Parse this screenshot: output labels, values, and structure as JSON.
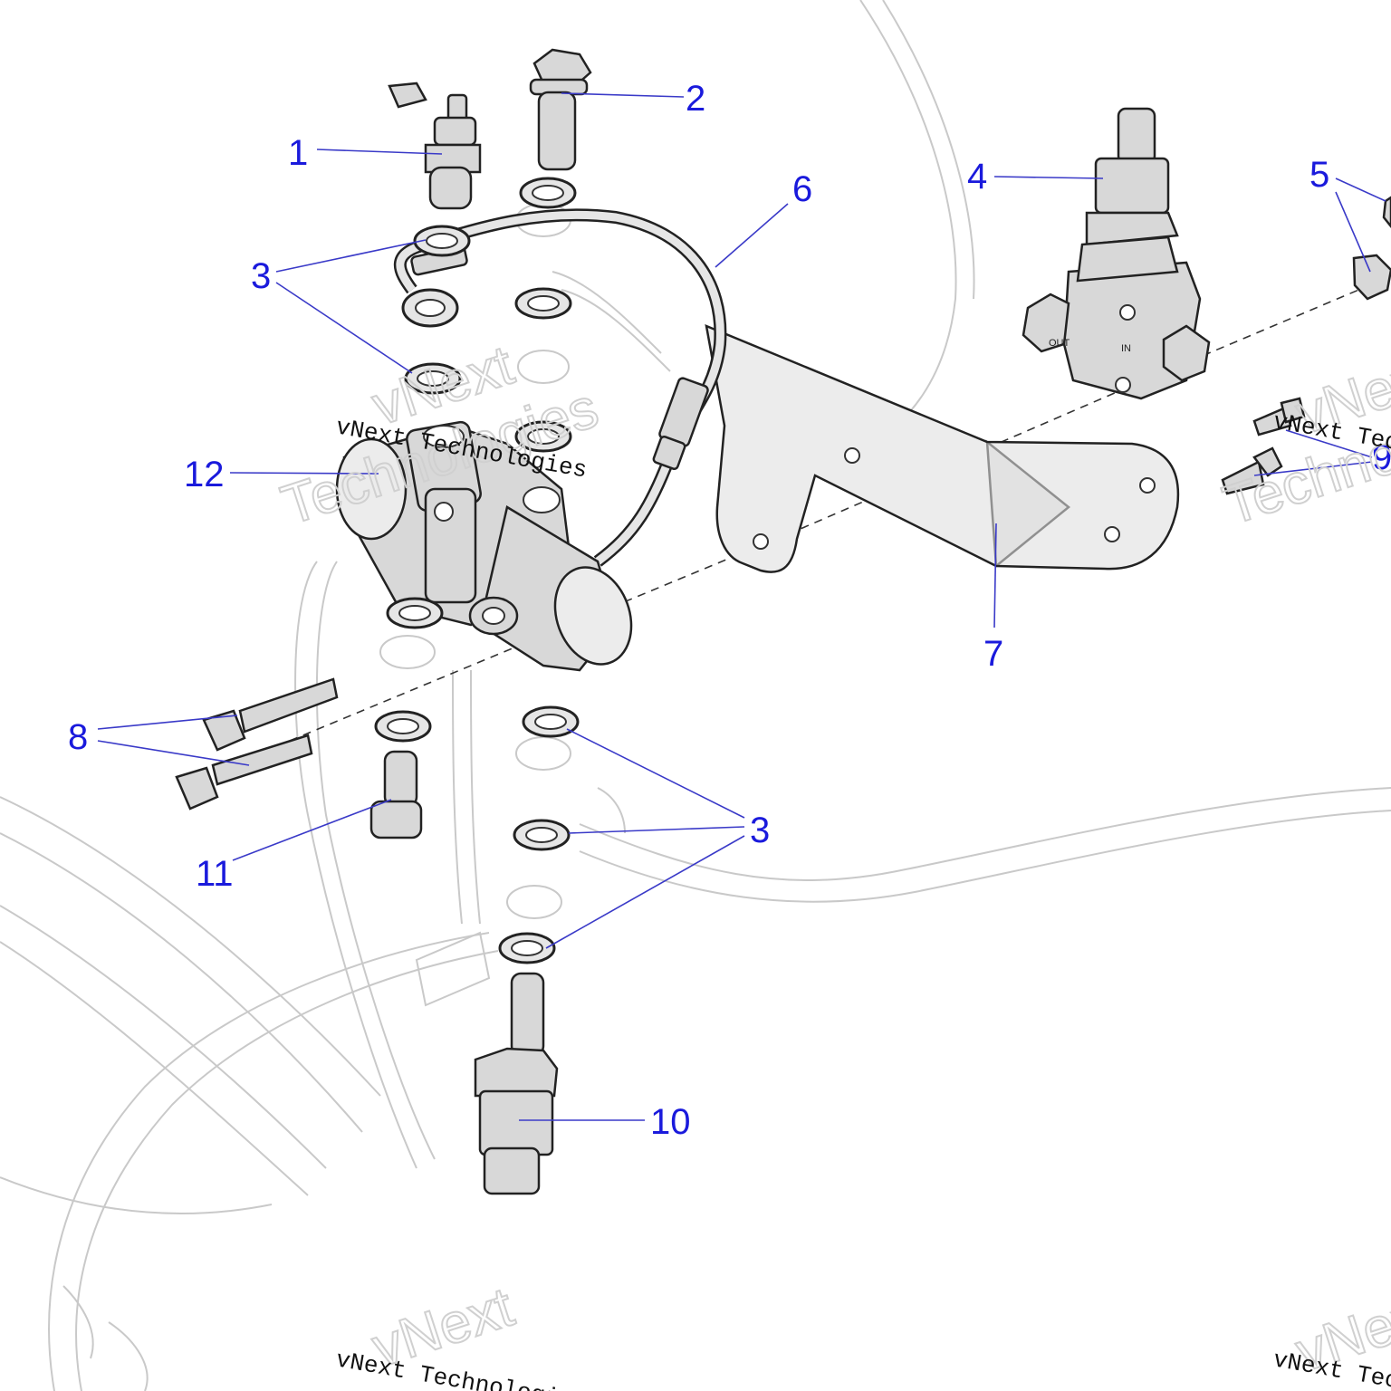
{
  "callouts": {
    "c1": "1",
    "c2": "2",
    "c3a": "3",
    "c3b": "3",
    "c4": "4",
    "c5": "5",
    "c6": "6",
    "c7": "7",
    "c8": "8",
    "c9": "9",
    "c10": "10",
    "c11": "11",
    "c12": "12"
  },
  "valve_labels": {
    "out": "OUT",
    "in": "IN"
  },
  "watermark": {
    "small_text": "vNext Technologies",
    "large_line1": "vNext",
    "large_line2": "Technologies"
  }
}
